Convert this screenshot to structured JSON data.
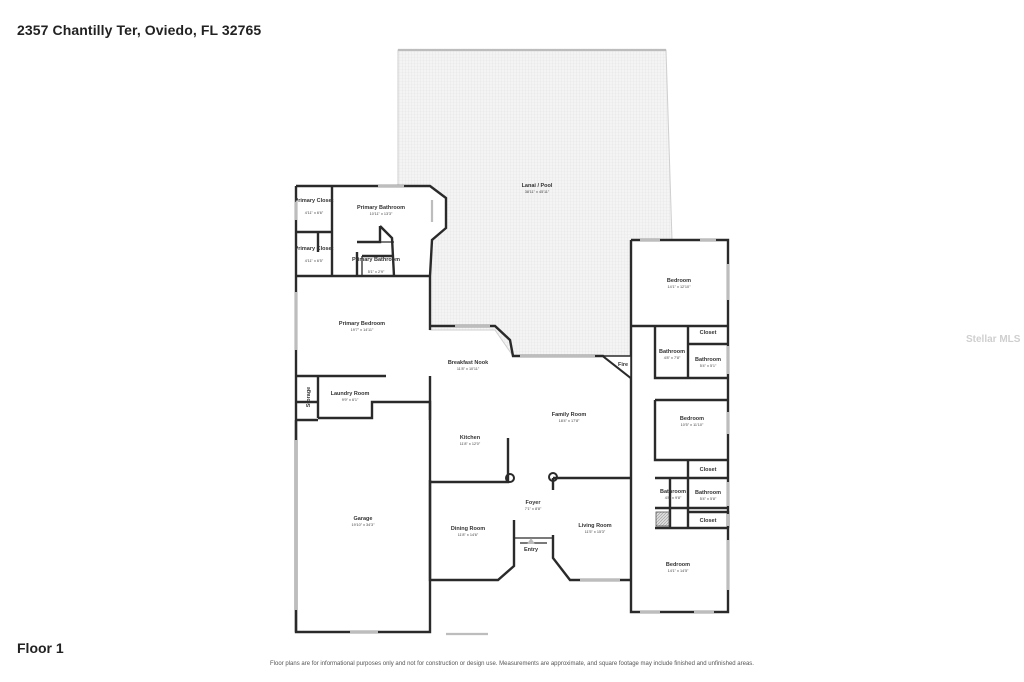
{
  "header": {
    "address": "2357 Chantilly Ter, Oviedo, FL 32765"
  },
  "footer": {
    "floor_label": "Floor 1",
    "disclaimer": "Floor plans are for informational purposes only and not for construction or design use. Measurements are approximate, and square footage may include finished and unfinished areas."
  },
  "watermark": "Stellar MLS",
  "rooms": {
    "lanai": {
      "name": "Lanai / Pool",
      "dims": "38'11\" x 45'11\""
    },
    "primary_closet_1": {
      "name": "Primary Closet",
      "dims": "4'11\" x 6'6\""
    },
    "primary_closet_2": {
      "name": "Primary Closet",
      "dims": "4'11\" x 6'5\""
    },
    "primary_bathroom": {
      "name": "Primary Bathroom",
      "dims": "10'11\" x 13'3\""
    },
    "primary_bathroom_2": {
      "name": "Primary Bathroom",
      "dims": "5'1\" x 2'9\""
    },
    "primary_bedroom": {
      "name": "Primary Bedroom",
      "dims": "19'7\" x 14'11\""
    },
    "storage": {
      "name": "Storage"
    },
    "laundry": {
      "name": "Laundry Room",
      "dims": "9'9\" x 6'1\""
    },
    "garage": {
      "name": "Garage",
      "dims": "19'10\" x 34'3\""
    },
    "breakfast_nook": {
      "name": "Breakfast Nook",
      "dims": "11'8\" x 10'11\""
    },
    "kitchen": {
      "name": "Kitchen",
      "dims": "11'8\" x 12'0\""
    },
    "family_room": {
      "name": "Family Room",
      "dims": "18'4\" x 17'8\""
    },
    "fire": {
      "name": "Fire"
    },
    "foyer": {
      "name": "Foyer",
      "dims": "7'1\" x 8'8\""
    },
    "entry": {
      "name": "Entry"
    },
    "dining_room": {
      "name": "Dining Room",
      "dims": "11'8\" x 14'6\""
    },
    "living_room": {
      "name": "Living Room",
      "dims": "11'5\" x 15'3\""
    },
    "bedroom_1": {
      "name": "Bedroom",
      "dims": "14'1\" x 12'10\""
    },
    "closet_1": {
      "name": "Closet"
    },
    "bathroom_1": {
      "name": "Bathroom",
      "dims": "4'8\" x 7'8\""
    },
    "bathroom_2": {
      "name": "Bathroom",
      "dims": "5'4\" x 5'1\""
    },
    "bedroom_2": {
      "name": "Bedroom",
      "dims": "10'5\" x 11'10\""
    },
    "closet_2": {
      "name": "Closet"
    },
    "bathroom_3": {
      "name": "Bathroom",
      "dims": "4'8\" x 9'8\""
    },
    "bathroom_4": {
      "name": "Bathroom",
      "dims": "5'4\" x 5'8\""
    },
    "closet_3": {
      "name": "Closet"
    },
    "bedroom_3": {
      "name": "Bedroom",
      "dims": "14'1\" x 14'5\""
    }
  }
}
